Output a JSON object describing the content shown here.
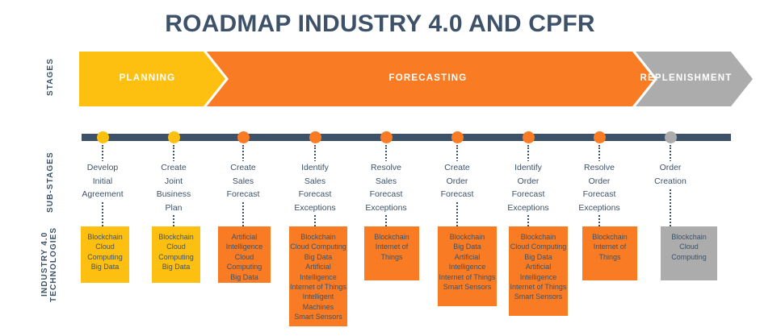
{
  "title": "ROADMAP INDUSTRY 4.0 AND CPFR",
  "colors": {
    "yellow": "#FDC010",
    "orange": "#F97C25",
    "gray": "#ACACAC",
    "navy": "#3d5268",
    "white": "#ffffff",
    "background": "#ffffff"
  },
  "row_labels": {
    "stages": "STAGES",
    "substages": "SUB-STAGES",
    "technologies": "INDUSTRY 4.0\nTECHNOLOGIES"
  },
  "stages": [
    {
      "label": "PLANNING",
      "color_key": "yellow"
    },
    {
      "label": "FORECASTING",
      "color_key": "orange"
    },
    {
      "label": "REPLENISHMENT",
      "color_key": "gray"
    }
  ],
  "substages": [
    {
      "label": "Develop\nInitial\nAgreement",
      "color_key": "yellow"
    },
    {
      "label": "Create\nJoint\nBusiness\nPlan",
      "color_key": "yellow"
    },
    {
      "label": "Create\nSales\nForecast",
      "color_key": "orange"
    },
    {
      "label": "Identify\nSales\nForecast\nExceptions",
      "color_key": "orange"
    },
    {
      "label": "Resolve\nSales\nForecast\nExceptions",
      "color_key": "orange"
    },
    {
      "label": "Create\nOrder\nForecast",
      "color_key": "orange"
    },
    {
      "label": "Identify\nOrder\nForecast\nExceptions",
      "color_key": "orange"
    },
    {
      "label": "Resolve\nOrder\nForecast\nExceptions",
      "color_key": "orange"
    },
    {
      "label": "Order\nCreation",
      "color_key": "gray"
    }
  ],
  "technologies": [
    {
      "color_key": "yellow",
      "items": "Blockchain\nCloud Computing\nBig Data"
    },
    {
      "color_key": "yellow",
      "items": "Blockchain\nCloud Computing\nBig Data"
    },
    {
      "color_key": "orange",
      "items": "Artificial\nIntelligence\nCloud Computing\nBig Data"
    },
    {
      "color_key": "orange",
      "items": "Blockchain\nCloud Computing\nBig Data\nArtificial\nIntelligence\nInternet of Things\nIntelligent\nMachines\nSmart Sensors"
    },
    {
      "color_key": "orange",
      "items": "Blockchain\nInternet of\nThings"
    },
    {
      "color_key": "orange",
      "items": "Blockchain\nBig Data\nArtificial\nIntelligence\nInternet of Things\nSmart Sensors"
    },
    {
      "color_key": "orange",
      "items": "Blockchain\nCloud Computing\nBig Data\nArtificial\nIntelligence\nInternet of Things\nSmart Sensors"
    },
    {
      "color_key": "orange",
      "items": "Blockchain\nInternet of\nThings"
    },
    {
      "color_key": "gray",
      "items": "Blockchain\nCloud\nComputing"
    }
  ]
}
